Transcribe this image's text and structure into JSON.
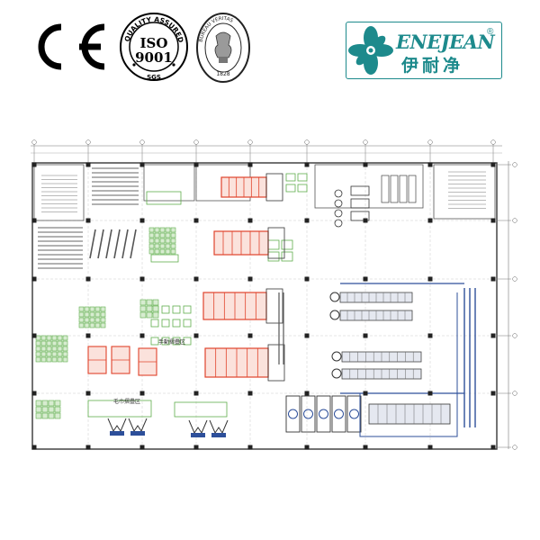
{
  "header": {
    "ce_mark": "CE",
    "iso_seal": {
      "center": "ISO",
      "number": "9001",
      "ring_text": "QUALITY ASSURED FIRM",
      "badge": "SGS"
    },
    "bureau_seal": {
      "ring_text": "BUREAU VERITAS",
      "year": "1828"
    },
    "brand": {
      "latin": "ENEJEAN",
      "chinese": "伊耐净",
      "registered": "®",
      "accent": "#1d8a8c"
    }
  },
  "plan": {
    "zone_labels": {
      "manual_folding": "手動摺疊区",
      "towel_folding": "毛巾摺疊区"
    },
    "colors": {
      "line": "#555555",
      "machine_red": "#e0442c",
      "table_green": "#5fae4c",
      "conveyor_blue": "#2d4f9a",
      "column": "#222222"
    }
  }
}
